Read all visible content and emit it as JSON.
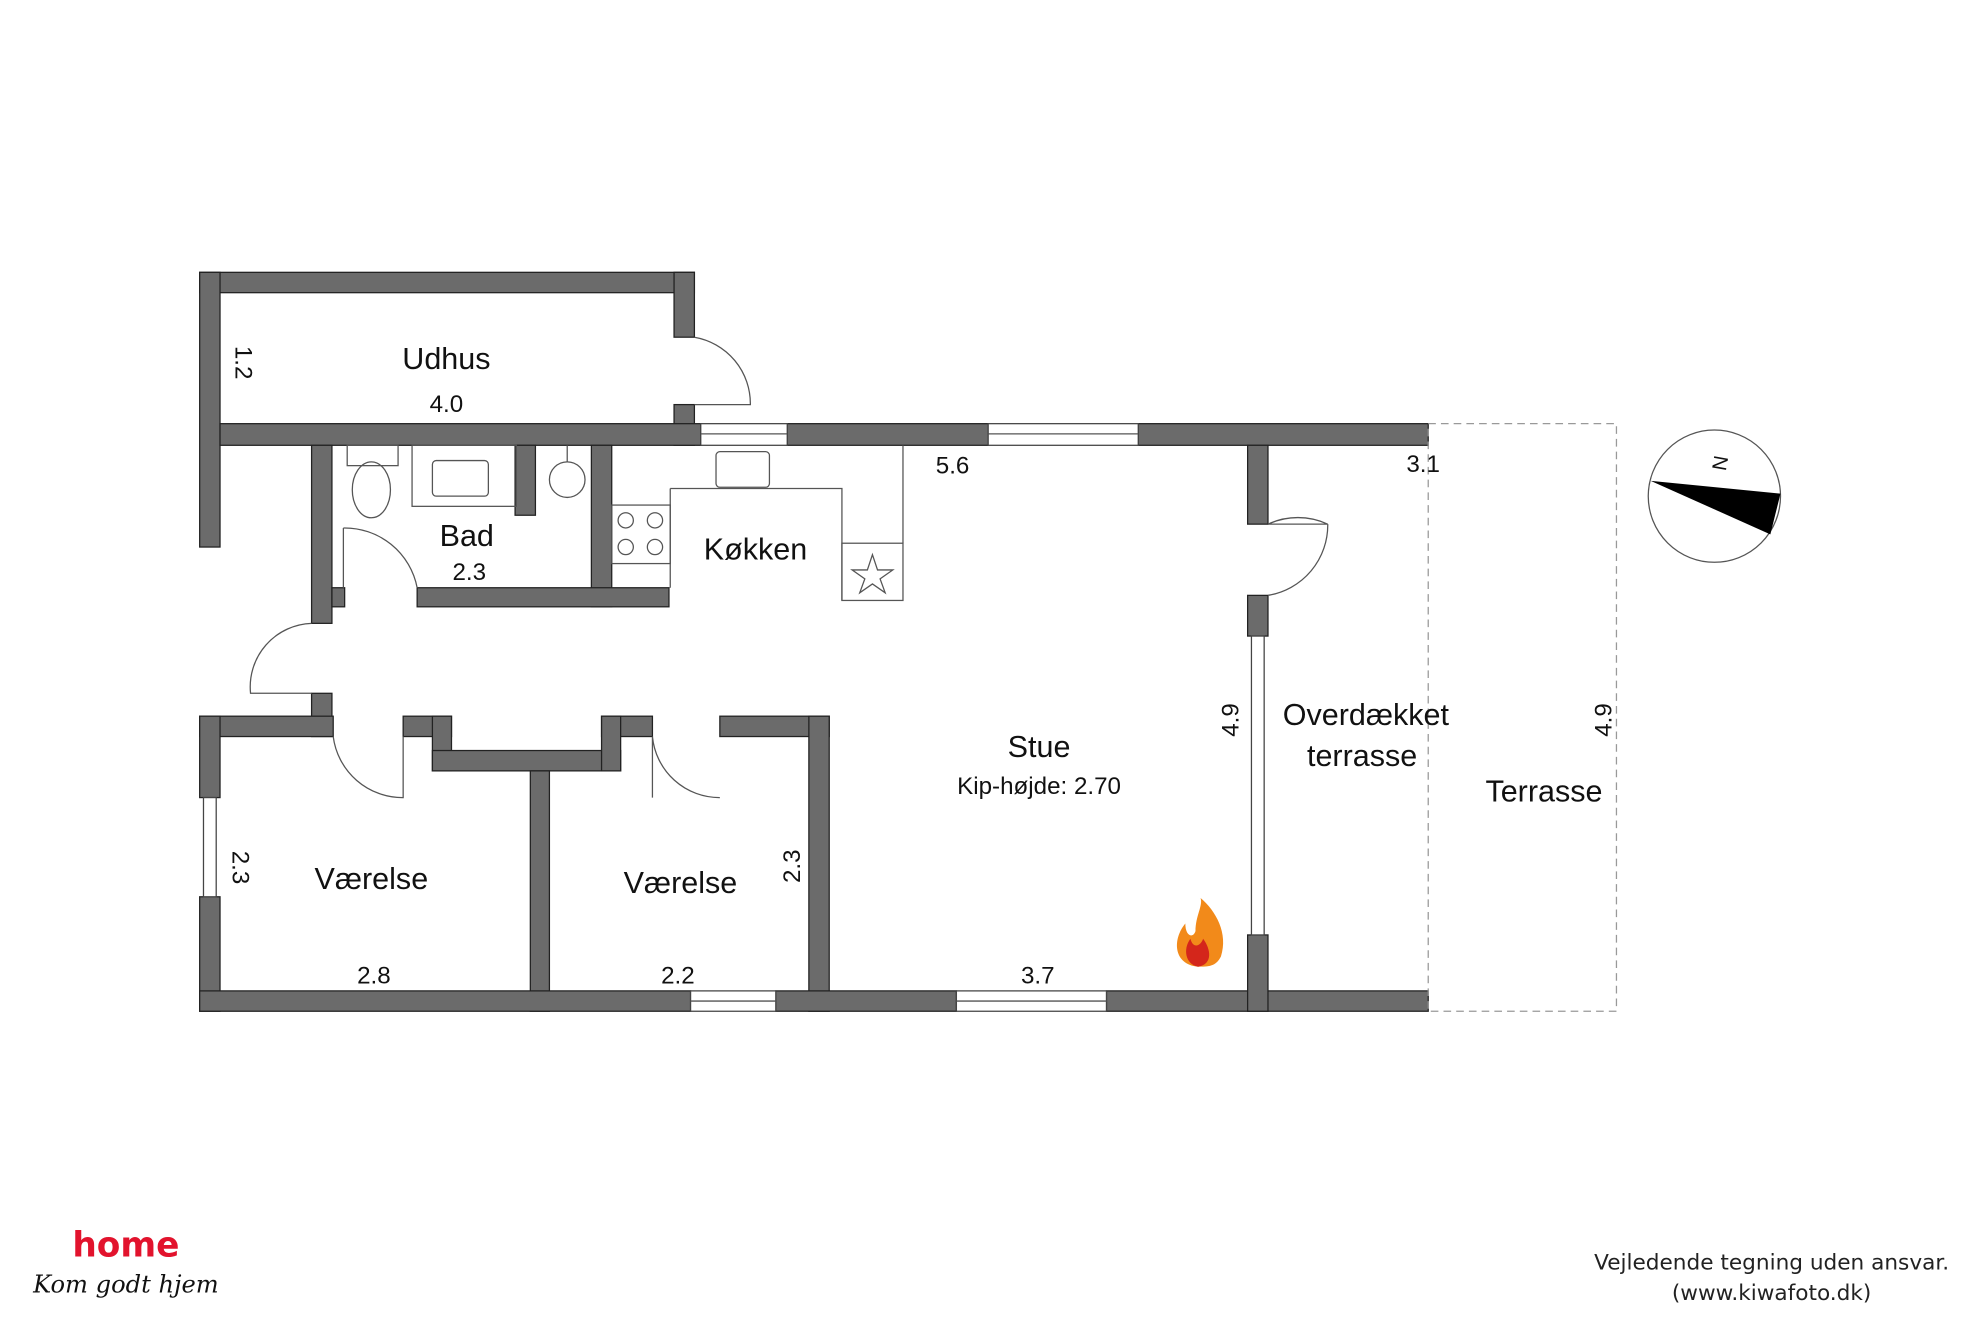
{
  "plan": {
    "rooms": {
      "udhus": "Udhus",
      "bad": "Bad",
      "kokken": "Køkken",
      "stue": "Stue",
      "stue_height": "Kip-højde: 2.70",
      "vaerelse_1": "Værelse",
      "vaerelse_2": "Værelse",
      "overdaekket_1": "Overdækket",
      "overdaekket_2": "terrasse",
      "terrasse": "Terrasse"
    },
    "dimensions": {
      "udhus_w": "4.0",
      "udhus_h": "1.2",
      "bad_w": "2.3",
      "stue_top": "5.6",
      "terrace_top": "3.1",
      "stue_h": "4.9",
      "terrasse_h": "4.9",
      "v1_h": "2.3",
      "v1_w": "2.8",
      "v2_w": "2.2",
      "v2_h": "2.3",
      "stue_w": "3.7"
    },
    "compass_letter": "N"
  },
  "footer": {
    "brand": "home",
    "tagline": "Kom godt hjem",
    "disclaimer_1": "Vejledende tegning uden ansvar.",
    "disclaimer_2": "(www.kiwafoto.dk)",
    "brand_color": "#e2132d"
  }
}
